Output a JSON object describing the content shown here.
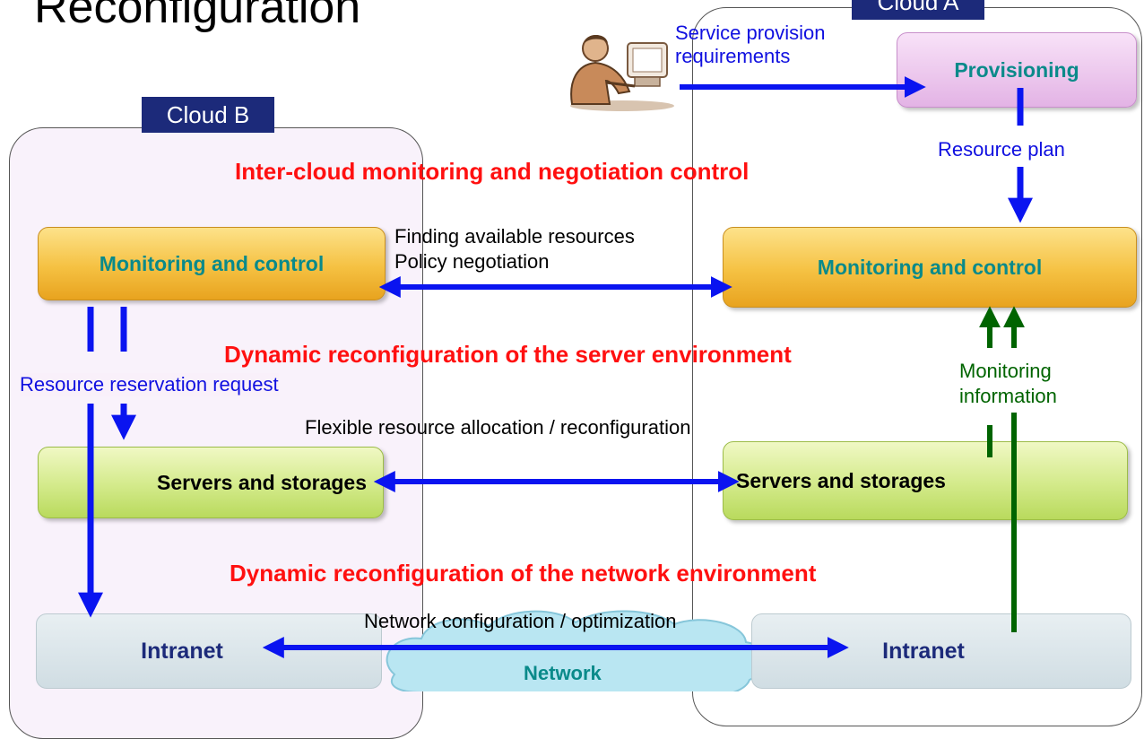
{
  "page_title": "Reconfiguration",
  "clouds": {
    "a_label": "Cloud A",
    "b_label": "Cloud B"
  },
  "boxes": {
    "provisioning": "Provisioning",
    "monitoring_b": "Monitoring and control",
    "monitoring_a": "Monitoring and control",
    "servers_b": "Servers and storages",
    "servers_a": "Servers and storages",
    "intranet_b": "Intranet",
    "intranet_a": "Intranet",
    "network": "Network"
  },
  "headings": {
    "intercloud": "Inter-cloud monitoring and negotiation control",
    "server_env": "Dynamic reconfiguration of the server environment",
    "network_env": "Dynamic reconfiguration of the network environment"
  },
  "labels": {
    "service_req_1": "Service provision",
    "service_req_2": "requirements",
    "resource_plan": "Resource plan",
    "finding_1": "Finding available resources",
    "finding_2": "Policy negotiation",
    "reservation": "Resource reservation request",
    "monitoring_info_1": "Monitoring",
    "monitoring_info_2": "information",
    "flexible": "Flexible resource allocation / reconfiguration",
    "network_config": "Network configuration / optimization"
  },
  "colors": {
    "arrow_blue": "#0a14f0",
    "arrow_green": "#006400",
    "heading_red": "#ff1010",
    "tag_navy": "#1c2a7a"
  },
  "icons": {
    "user": "person-at-computer-icon"
  }
}
